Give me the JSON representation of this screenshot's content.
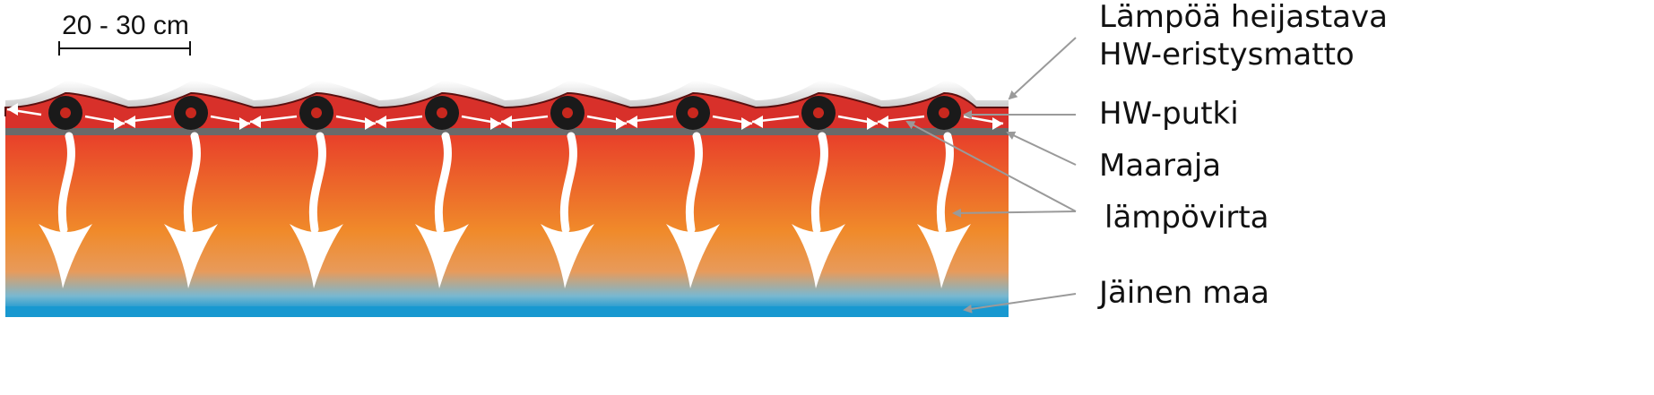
{
  "scale": {
    "label": "20 - 30 cm"
  },
  "labels": {
    "mat_line1": "Lämpöä heijastava",
    "mat_line2": "HW-eristysmatto",
    "pipe": "HW-putki",
    "ground_line": "Maaraja",
    "heat_flow": "lämpövirta",
    "frozen_ground": "Jäinen maa"
  },
  "colors": {
    "ground_top": "#e8402a",
    "ground_mid": "#f08a2a",
    "ground_bottom": "#1898d0",
    "heat_layer": "#d8302a",
    "pipe": "#1a1a1a",
    "ground_line": "#6a6a6a",
    "leader": "#9a9a9a"
  },
  "pipes": {
    "count": 8
  },
  "icons": [
    "pipe-icon",
    "heat-arrow-icon",
    "leader-arrow-icon"
  ]
}
